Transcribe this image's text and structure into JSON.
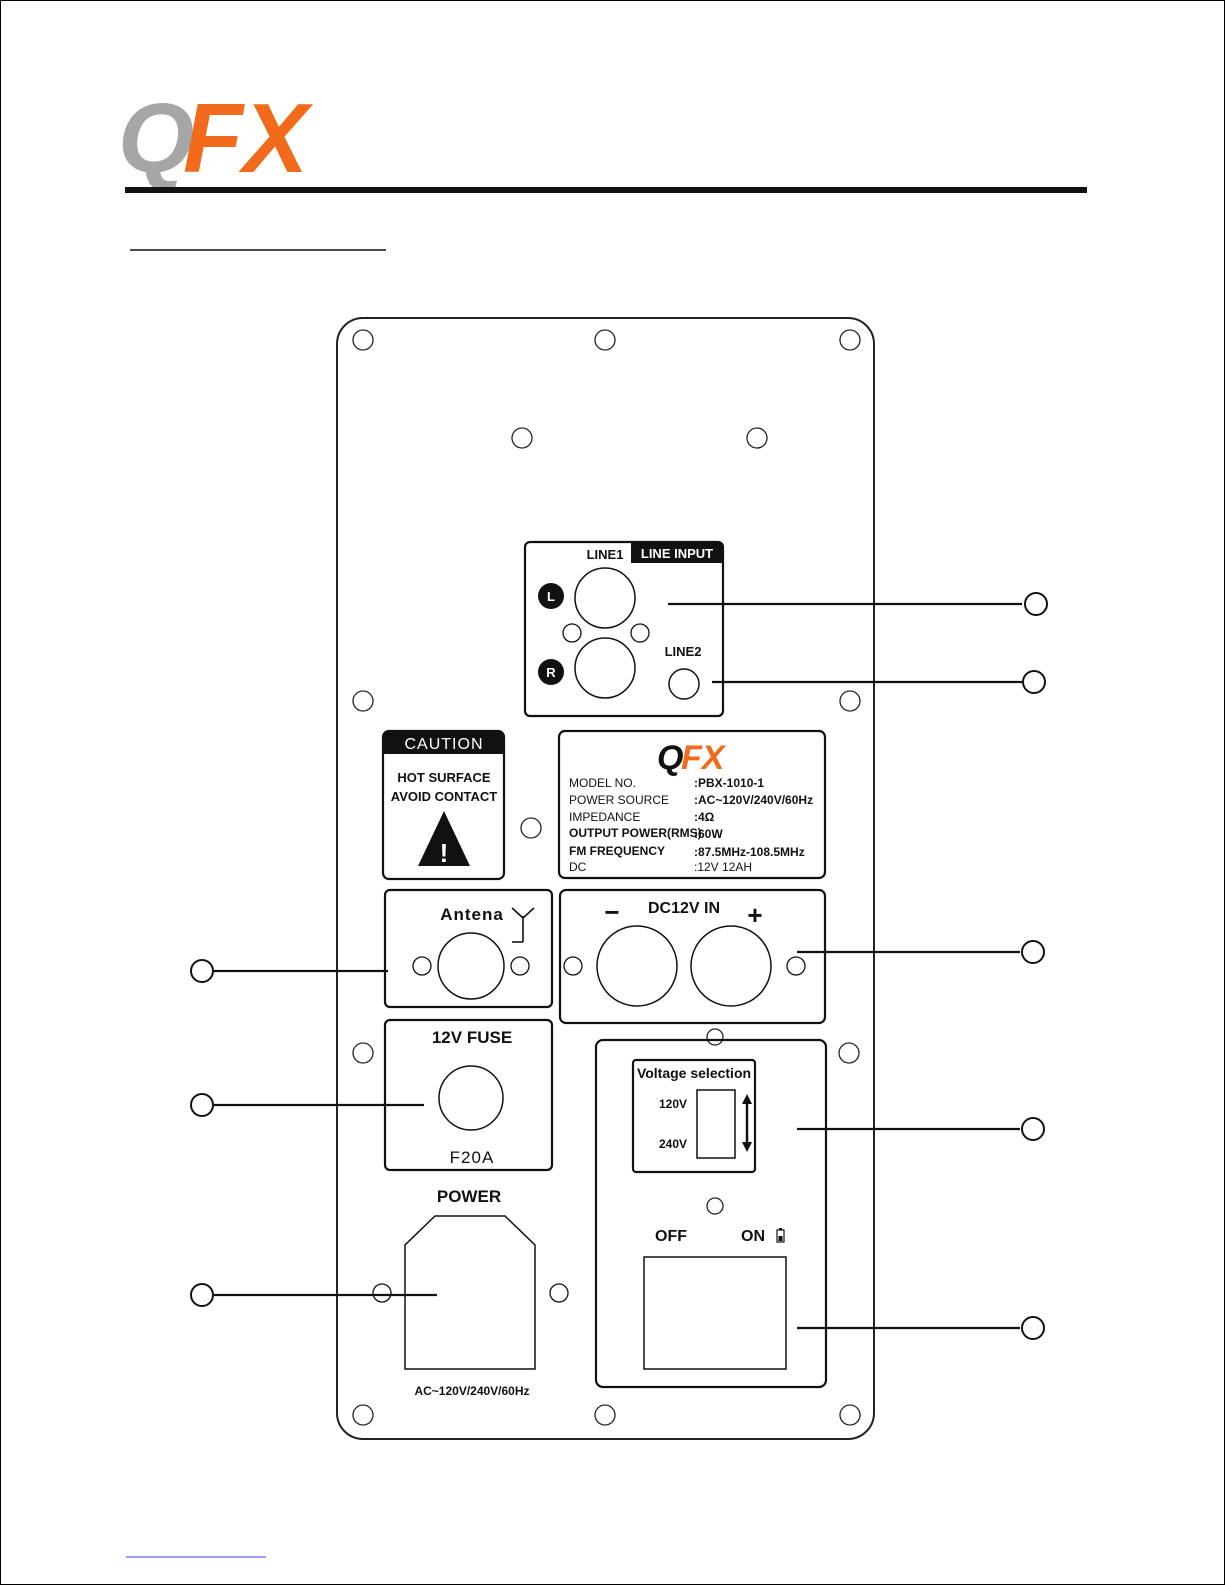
{
  "logo": {
    "text_q": "Q",
    "text_fx": "FX",
    "colors": {
      "q": "#a6a6a6",
      "fx": "#f26b1d"
    }
  },
  "panel": {
    "line_input": {
      "line1": "LINE1",
      "header": "LINE INPUT",
      "left": "L",
      "right": "R",
      "line2": "LINE2"
    },
    "caution": {
      "header": "CAUTION",
      "line1": "HOT SURFACE",
      "line2": "AVOID CONTACT",
      "symbol": "!"
    },
    "spec_label": {
      "logo_q": "Q",
      "logo_fx": "FX",
      "rows": [
        {
          "key": "MODEL NO.",
          "value": ":PBX-1010-1"
        },
        {
          "key": "POWER SOURCE",
          "value": ":AC~120V/240V/60Hz"
        },
        {
          "key": "IMPEDANCE",
          "value": ":4Ω"
        },
        {
          "key": "OUTPUT POWER(RMS)",
          "value": ":60W"
        },
        {
          "key": "FM FREQUENCY",
          "value": ":87.5MHz-108.5MHz"
        },
        {
          "key": "DC",
          "value": ":12V 12AH"
        }
      ]
    },
    "antenna": {
      "label": "Antena"
    },
    "dc_input": {
      "label": "DC12V IN",
      "minus": "−",
      "plus": "+"
    },
    "fuse": {
      "label": "12V FUSE",
      "rating": "F20A"
    },
    "voltage": {
      "label": "Voltage selection",
      "v120": "120V",
      "v240": "240V"
    },
    "switch": {
      "off": "OFF",
      "on": "ON"
    },
    "power": {
      "label": "POWER",
      "rating": "AC~120V/240V/60Hz"
    }
  }
}
